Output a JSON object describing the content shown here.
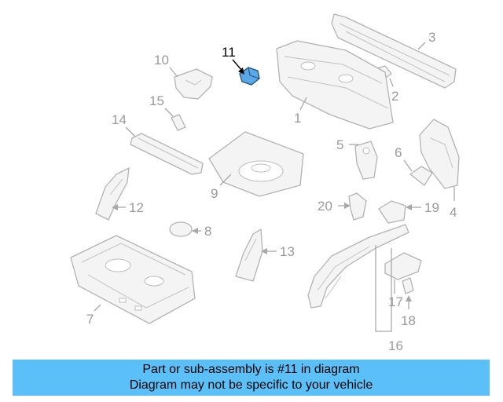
{
  "callouts": {
    "c1": "1",
    "c2": "2",
    "c3": "3",
    "c4": "4",
    "c5": "5",
    "c6": "6",
    "c7": "7",
    "c8": "8",
    "c9": "9",
    "c10": "10",
    "c11": "11",
    "c12": "12",
    "c13": "13",
    "c14": "14",
    "c15": "15",
    "c16": "16",
    "c17": "17",
    "c18": "18",
    "c19": "19",
    "c20": "20"
  },
  "highlighted_part": "11",
  "colors": {
    "highlight": "#5aa9e6",
    "banner": "#5bc0f8"
  },
  "banner": {
    "line1": "Part or sub-assembly is #11 in diagram",
    "line2": "Diagram may not be specific to your vehicle"
  }
}
